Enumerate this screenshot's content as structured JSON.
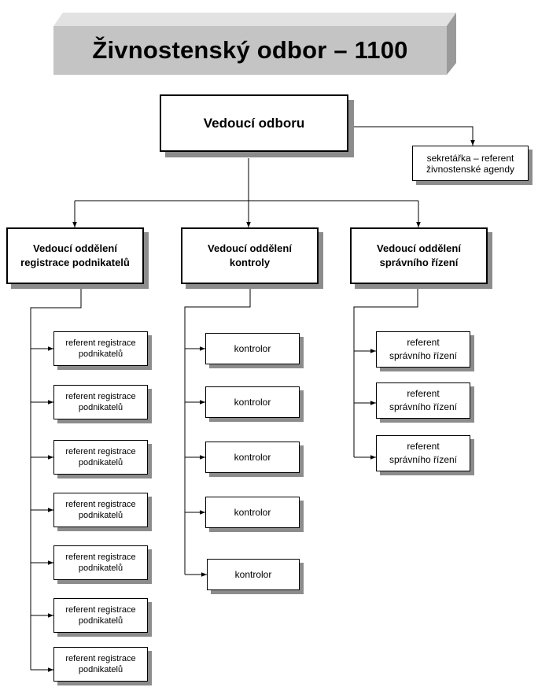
{
  "title": "Živnostenský odbor – 1100",
  "head": {
    "label": "Vedoucí odboru"
  },
  "assistant": {
    "label": "sekretářka – referent\nživnostenské agendy"
  },
  "departments": [
    {
      "label": "Vedoucí oddělení\nregistrace podnikatelů",
      "staff": [
        "referent registrace\npodnikatelů",
        "referent registrace\npodnikatelů",
        "referent registrace\npodnikatelů",
        "referent registrace\npodnikatelů",
        "referent registrace\npodnikatelů",
        "referent registrace\npodnikatelů",
        "referent registrace\npodnikatelů"
      ]
    },
    {
      "label": "Vedoucí oddělení\nkontroly",
      "staff": [
        "kontrolor",
        "kontrolor",
        "kontrolor",
        "kontrolor",
        "kontrolor"
      ]
    },
    {
      "label": "Vedoucí oddělení\nsprávního řízení",
      "staff": [
        "referent\nsprávního řízení",
        "referent\nsprávního řízení",
        "referent\nsprávního řízení"
      ]
    }
  ]
}
